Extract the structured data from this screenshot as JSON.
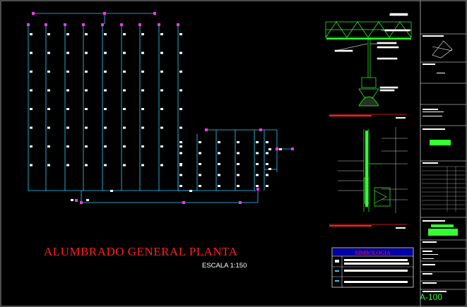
{
  "drawing": {
    "title": "ALUMBRADO GENERAL PLANTA",
    "scale_label": "ESCALA 1:150",
    "legend_title": "SIMBOLOGIA",
    "sheet_number": "A-100"
  },
  "colors": {
    "background": "#000000",
    "circuit": "#33ccff",
    "luminaire": "#ffffff",
    "node": "#ff33ff",
    "detail": "#33ff33",
    "title": "#ff2020",
    "frame": "#ffffff"
  }
}
